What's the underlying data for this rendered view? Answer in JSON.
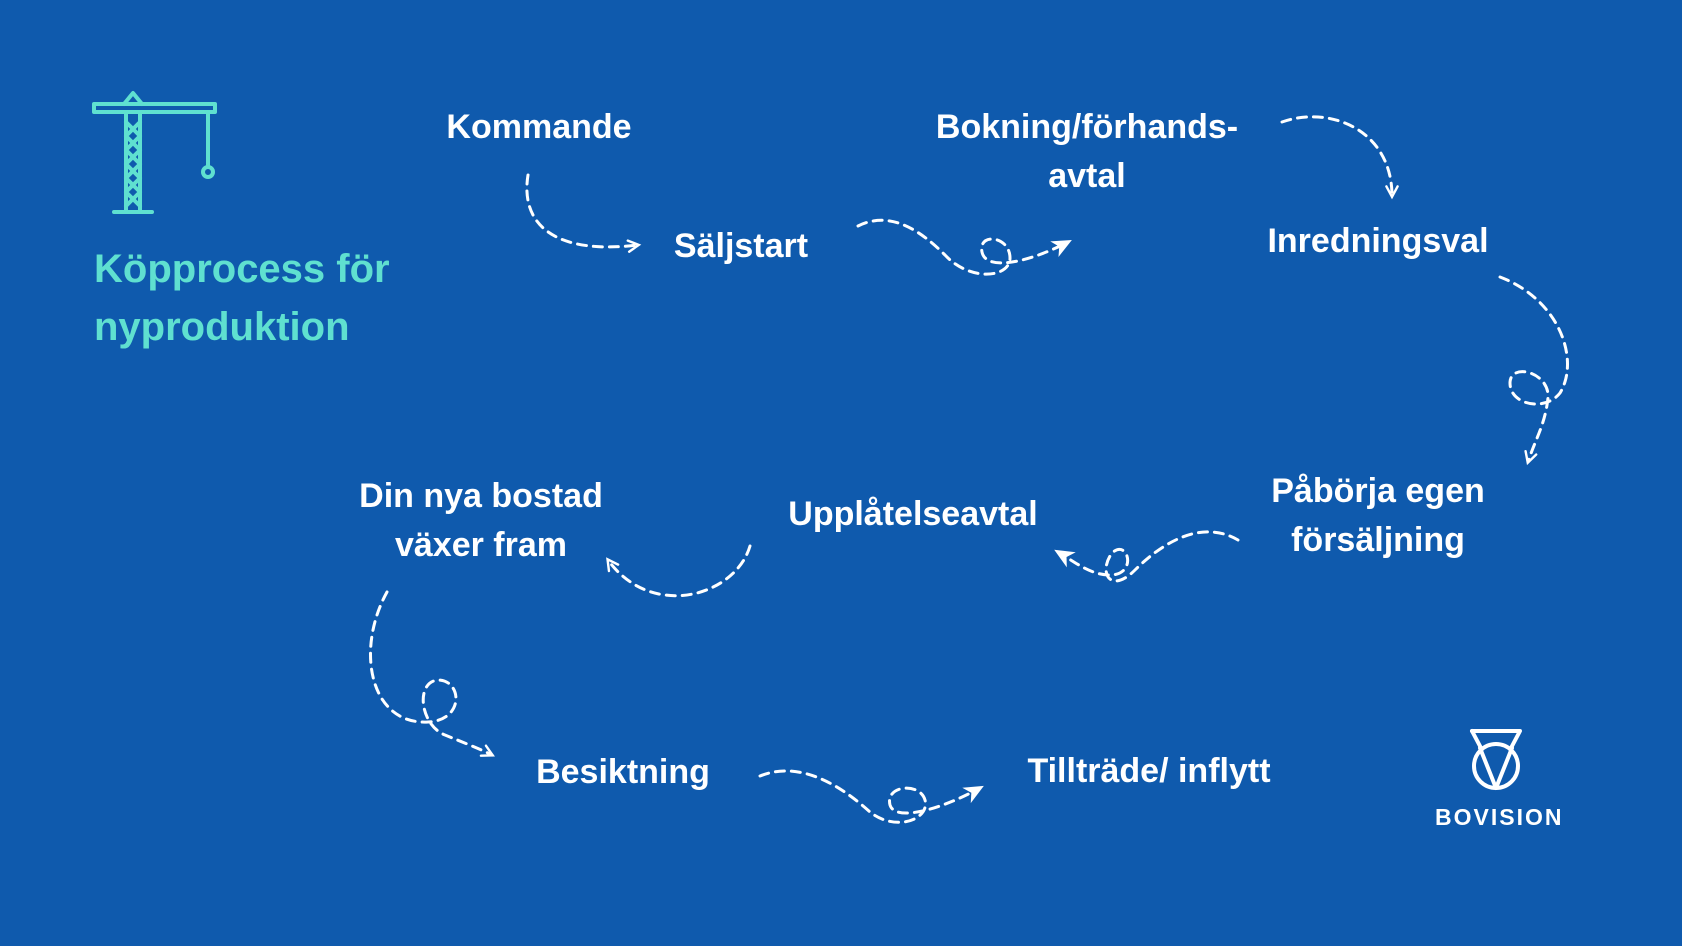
{
  "title": {
    "line1": "Köpprocess för",
    "line2": "nyproduktion"
  },
  "steps": [
    {
      "id": "kommande",
      "lines": [
        "Kommande"
      ]
    },
    {
      "id": "saljstart",
      "lines": [
        "Säljstart"
      ]
    },
    {
      "id": "bokning",
      "lines": [
        "Bokning/förhands-",
        "avtal"
      ]
    },
    {
      "id": "inredningsval",
      "lines": [
        "Inredningsval"
      ]
    },
    {
      "id": "paborja",
      "lines": [
        "Påbörja egen",
        "försäljning"
      ]
    },
    {
      "id": "upplatelseavtal",
      "lines": [
        "Upplåtelseavtal"
      ]
    },
    {
      "id": "din-nya-bostad",
      "lines": [
        "Din nya bostad",
        "växer fram"
      ]
    },
    {
      "id": "besiktning",
      "lines": [
        "Besiktning"
      ]
    },
    {
      "id": "tilltrade",
      "lines": [
        "Tillträde/ inflytt"
      ]
    }
  ],
  "logo": {
    "text": "BOVISION"
  },
  "icons": {
    "crane": "crane-icon",
    "logo": "bovision-logo-icon"
  },
  "colors": {
    "background": "#0f5aad",
    "accent": "#5fe0d0",
    "text": "#ffffff"
  }
}
